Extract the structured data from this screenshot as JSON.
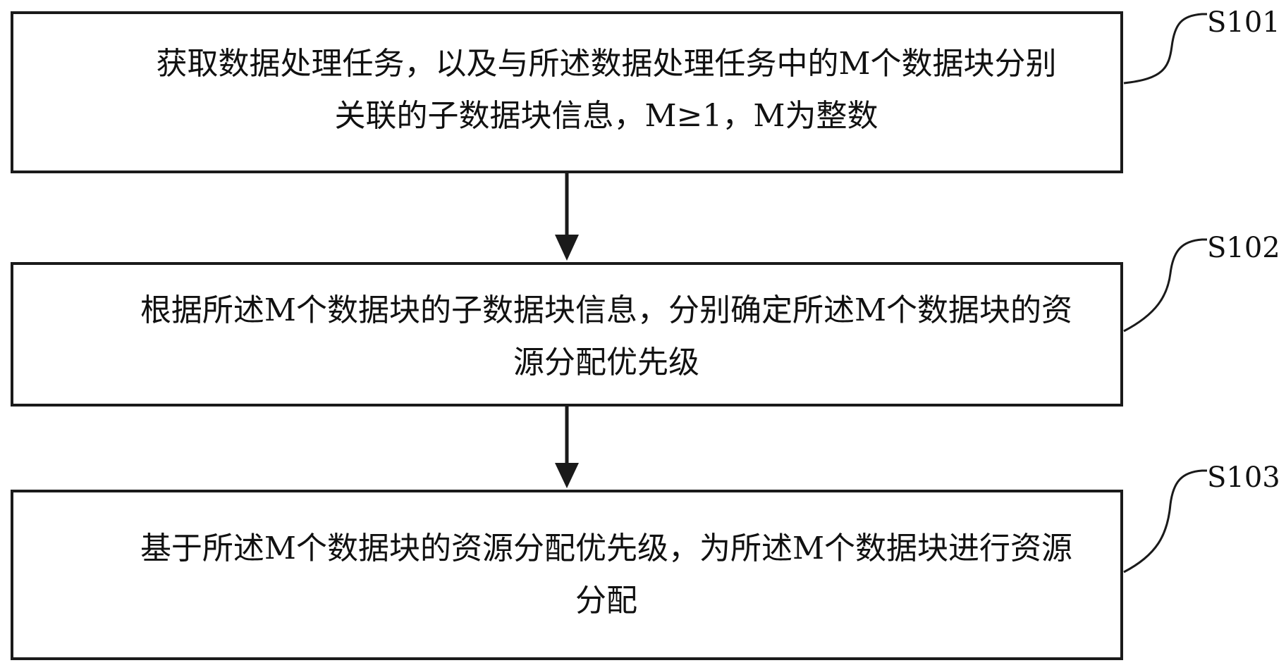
{
  "steps": [
    {
      "id": "S101",
      "label": "S101",
      "line1": "获取数据处理任务，以及与所述数据处理任务中的M个数据块分别",
      "line2": "关联的子数据块信息，M≥1，M为整数"
    },
    {
      "id": "S102",
      "label": "S102",
      "line1": "根据所述M个数据块的子数据块信息，分别确定所述M个数据块的资",
      "line2": "源分配优先级"
    },
    {
      "id": "S103",
      "label": "S103",
      "line1": "基于所述M个数据块的资源分配优先级，为所述M个数据块进行资源",
      "line2": "分配"
    }
  ],
  "colors": {
    "stroke": "#1a1a1a",
    "text": "#111111",
    "background": "#ffffff"
  },
  "arrows": [
    {
      "from": "S101",
      "to": "S102"
    },
    {
      "from": "S102",
      "to": "S103"
    }
  ]
}
